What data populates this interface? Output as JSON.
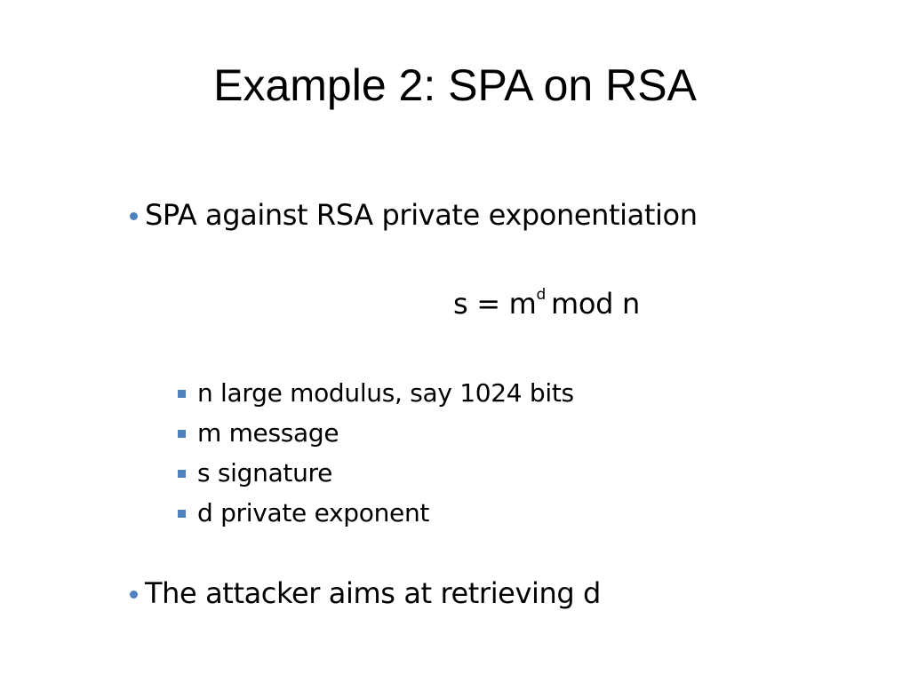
{
  "slide": {
    "title": "Example 2: SPA on RSA",
    "bullet1": "SPA against RSA private exponentiation",
    "formula": {
      "lhs": "s = m",
      "exponent": "d",
      "rhs": "mod n"
    },
    "sub_items": [
      {
        "text": "n large modulus, say 1024 bits"
      },
      {
        "text": "m message"
      },
      {
        "text": "s signature"
      },
      {
        "text": "d private exponent"
      }
    ],
    "bullet2": "The attacker aims at retrieving d",
    "colors": {
      "bullet": "#4f81bd",
      "text": "#000000",
      "background": "#ffffff"
    }
  }
}
